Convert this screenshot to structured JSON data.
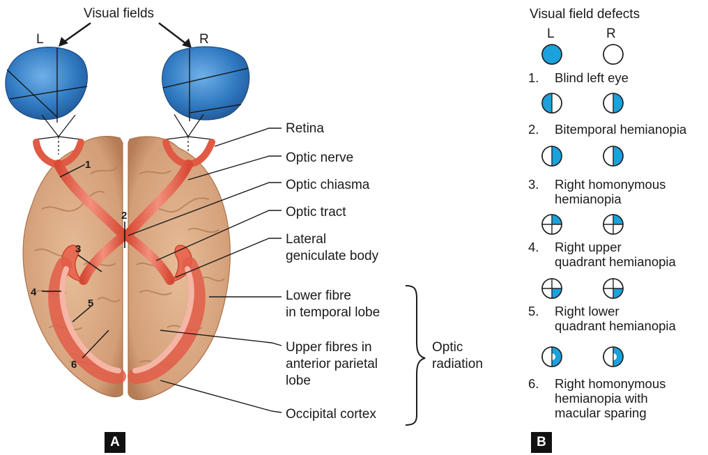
{
  "panel_a": {
    "tag": "A",
    "visual_fields_title": "Visual fields",
    "eye_left": "L",
    "eye_right": "R",
    "numbers": [
      "1",
      "2",
      "3",
      "4",
      "5",
      "6"
    ],
    "labels": {
      "retina": "Retina",
      "optic_nerve": "Optic nerve",
      "optic_chiasma": "Optic chiasma",
      "optic_tract": "Optic tract",
      "lgb_1": "Lateral",
      "lgb_2": "geniculate body",
      "lower_1": "Lower fibre",
      "lower_2": "in temporal lobe",
      "upper_1": "Upper fibres in",
      "upper_2": "anterior parietal",
      "upper_3": "lobe",
      "occipital": "Occipital cortex",
      "radiation_1": "Optic",
      "radiation_2": "radiation"
    },
    "colors": {
      "field_blue": "#2f78c0",
      "brain_tan": "#d9a983",
      "pathway_red": "#e2604a"
    }
  },
  "panel_b": {
    "tag": "B",
    "title": "Visual field defects",
    "col_left": "L",
    "col_right": "R",
    "defects": [
      {
        "num": "1.",
        "lines": [
          "Blind left eye"
        ],
        "left_icon": "full-field-blind-icon",
        "right_icon": "normal-field-icon"
      },
      {
        "num": "2.",
        "lines": [
          "Bitemporal hemianopia"
        ],
        "left_icon": "left-half-blind-icon",
        "right_icon": "right-half-blind-icon"
      },
      {
        "num": "3.",
        "lines": [
          "Right homonymous",
          "hemianopia"
        ],
        "left_icon": "right-half-blind-icon",
        "right_icon": "right-half-blind-icon"
      },
      {
        "num": "4.",
        "lines": [
          "Right upper",
          "quadrant hemianopia"
        ],
        "left_icon": "upper-right-quadrant-blind-icon",
        "right_icon": "upper-right-quadrant-blind-icon"
      },
      {
        "num": "5.",
        "lines": [
          "Right lower",
          "quadrant hemianopia"
        ],
        "left_icon": "lower-right-quadrant-blind-icon",
        "right_icon": "lower-right-quadrant-blind-icon"
      },
      {
        "num": "6.",
        "lines": [
          "Right homonymous",
          "hemianopia with",
          "macular sparing"
        ],
        "left_icon": "right-half-macular-sparing-icon",
        "right_icon": "right-half-macular-sparing-icon"
      }
    ],
    "colors": {
      "defect_blue": "#1ba1dc"
    }
  }
}
